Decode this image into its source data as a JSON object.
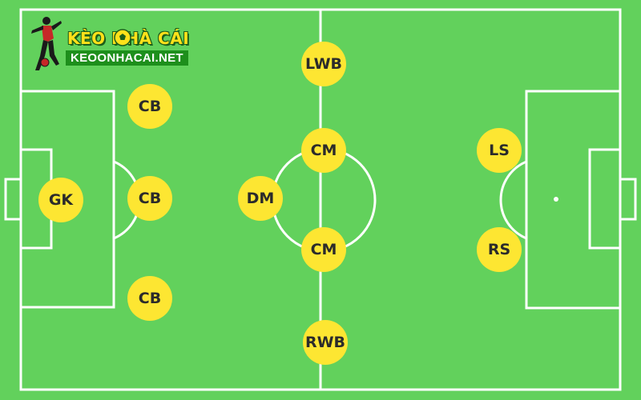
{
  "logo": {
    "title": "KÈO NHÀ CÁI",
    "url": "KEOONHACAI.NET"
  },
  "colors": {
    "pitch": "#62d15c",
    "lines": "#ffffff",
    "player": "#fde632",
    "player_text": "#2b2b2b"
  },
  "positions": {
    "gk": "GK",
    "cb_top": "CB",
    "cb_mid": "CB",
    "cb_bot": "CB",
    "dm": "DM",
    "lwb": "LWB",
    "cm_top": "CM",
    "cm_bot": "CM",
    "rwb": "RWB",
    "ls": "LS",
    "rs": "RS"
  }
}
